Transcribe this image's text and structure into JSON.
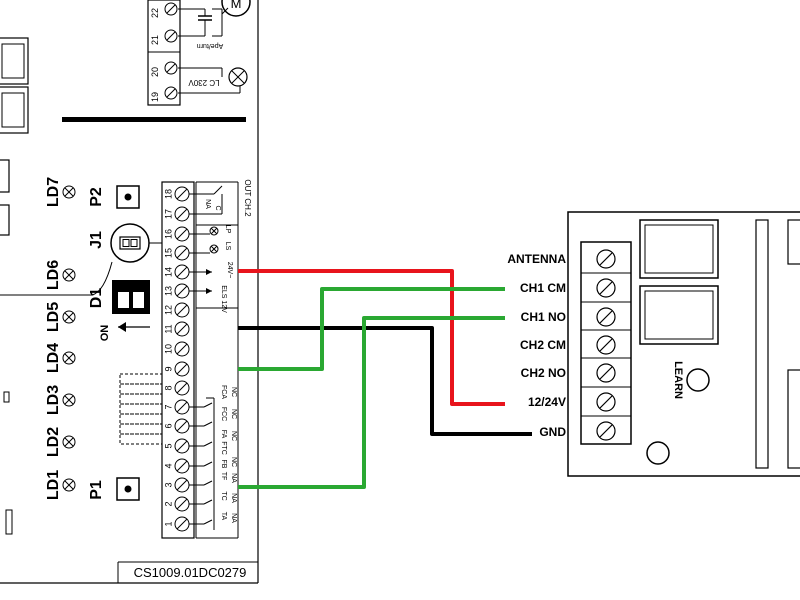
{
  "board": {
    "part_number": "CS1009.01DC0279",
    "leds": [
      "LD7",
      "LD6",
      "LD5",
      "LD4",
      "LD3",
      "LD2",
      "LD1"
    ],
    "buttons": [
      "P2",
      "P1"
    ],
    "jumper": "J1",
    "dip": "D1",
    "on_label": "ON",
    "terminal_numbers": [
      "22",
      "21",
      "20",
      "19",
      "18",
      "17",
      "16",
      "15",
      "14",
      "13",
      "12",
      "11",
      "10",
      "9",
      "8",
      "7",
      "6",
      "5",
      "4",
      "3",
      "2",
      "1"
    ],
    "labels": {
      "aperture": "Ape/turn",
      "lc": "LC 230V",
      "out_ch2": "OUT CH.2",
      "na": "NA",
      "c": "C",
      "lp": "LP",
      "ls": "LS",
      "v24": "24V~",
      "els": "ELS 12V",
      "fca": "FCA",
      "fcc": "FCC",
      "nc": "NC",
      "fa": "FA",
      "ftc": "FTC",
      "fb": "FB",
      "tf": "TF",
      "tc": "TC",
      "ta": "TA"
    }
  },
  "receiver": {
    "terminals": [
      "ANTENNA",
      "CH1 CM",
      "CH1 NO",
      "CH2 CM",
      "CH2 NO",
      "12/24V",
      "GND"
    ],
    "learn_label": "LEARN"
  },
  "wires": [
    {
      "name": "power",
      "color": "#e8141c",
      "from": "14",
      "to": "12/24V"
    },
    {
      "name": "ground",
      "color": "#000000",
      "from": "11",
      "to": "GND"
    },
    {
      "name": "ch1-cm",
      "color": "#2aa832",
      "from": "9",
      "to": "CH1 CM"
    },
    {
      "name": "ch1-no",
      "color": "#2aa832",
      "from": "3",
      "to": "CH1 NO"
    }
  ]
}
